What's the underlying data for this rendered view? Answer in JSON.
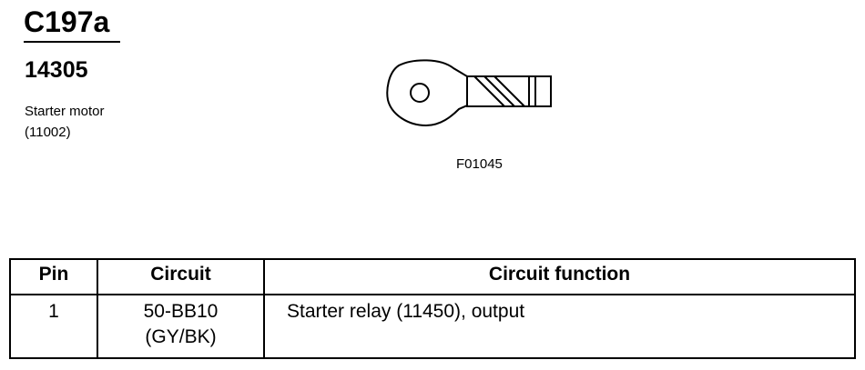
{
  "connector": {
    "id": "C197a",
    "part_number": "14305",
    "component_name": "Starter motor",
    "component_code": "(11002)"
  },
  "figure": {
    "reference": "F01045",
    "icon": "ring-terminal-connector-icon"
  },
  "table": {
    "headers": {
      "pin": "Pin",
      "circuit": "Circuit",
      "function": "Circuit function"
    },
    "rows": [
      {
        "pin": "1",
        "circuit": "50-BB10",
        "color": "(GY/BK)",
        "function": "Starter relay (11450), output"
      }
    ]
  }
}
